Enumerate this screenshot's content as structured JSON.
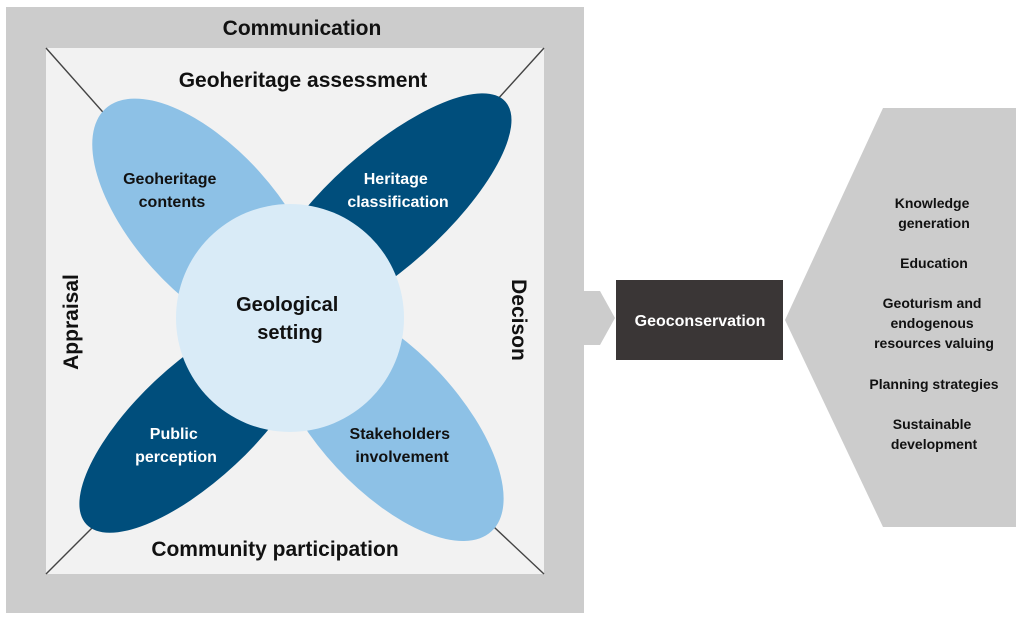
{
  "frame": {
    "top_label": "Communication",
    "left_label": "Appraisal",
    "right_label": "Decison"
  },
  "inner": {
    "top_label": "Geoheritage assessment",
    "bottom_label": "Community participation"
  },
  "petals": {
    "top_left": [
      "Geoheritage",
      "contents"
    ],
    "top_right": [
      "Heritage",
      "classification"
    ],
    "bottom_left": [
      "Public",
      "perception"
    ],
    "bottom_right": [
      "Stakeholders",
      "involvement"
    ]
  },
  "center": {
    "lines": [
      "Geological",
      "setting"
    ]
  },
  "output": {
    "label": "Geoconservation"
  },
  "outcomes": {
    "knowledge": [
      "Knowledge",
      "generation"
    ],
    "education": [
      "Education"
    ],
    "geoturism": [
      "Geoturism and",
      "endogenous",
      "resources valuing"
    ],
    "planning": [
      "Planning strategies"
    ],
    "sustainable": [
      "Sustainable",
      "development"
    ]
  },
  "colors": {
    "frame_gray": "#cccccc",
    "inner_bg": "#f2f2f2",
    "petal_light": "#8dc1e6",
    "petal_dark": "#004e7c",
    "center_fill": "#d9ebf7",
    "output_box": "#3a3636",
    "text_dark": "#111111",
    "text_white": "#ffffff"
  }
}
